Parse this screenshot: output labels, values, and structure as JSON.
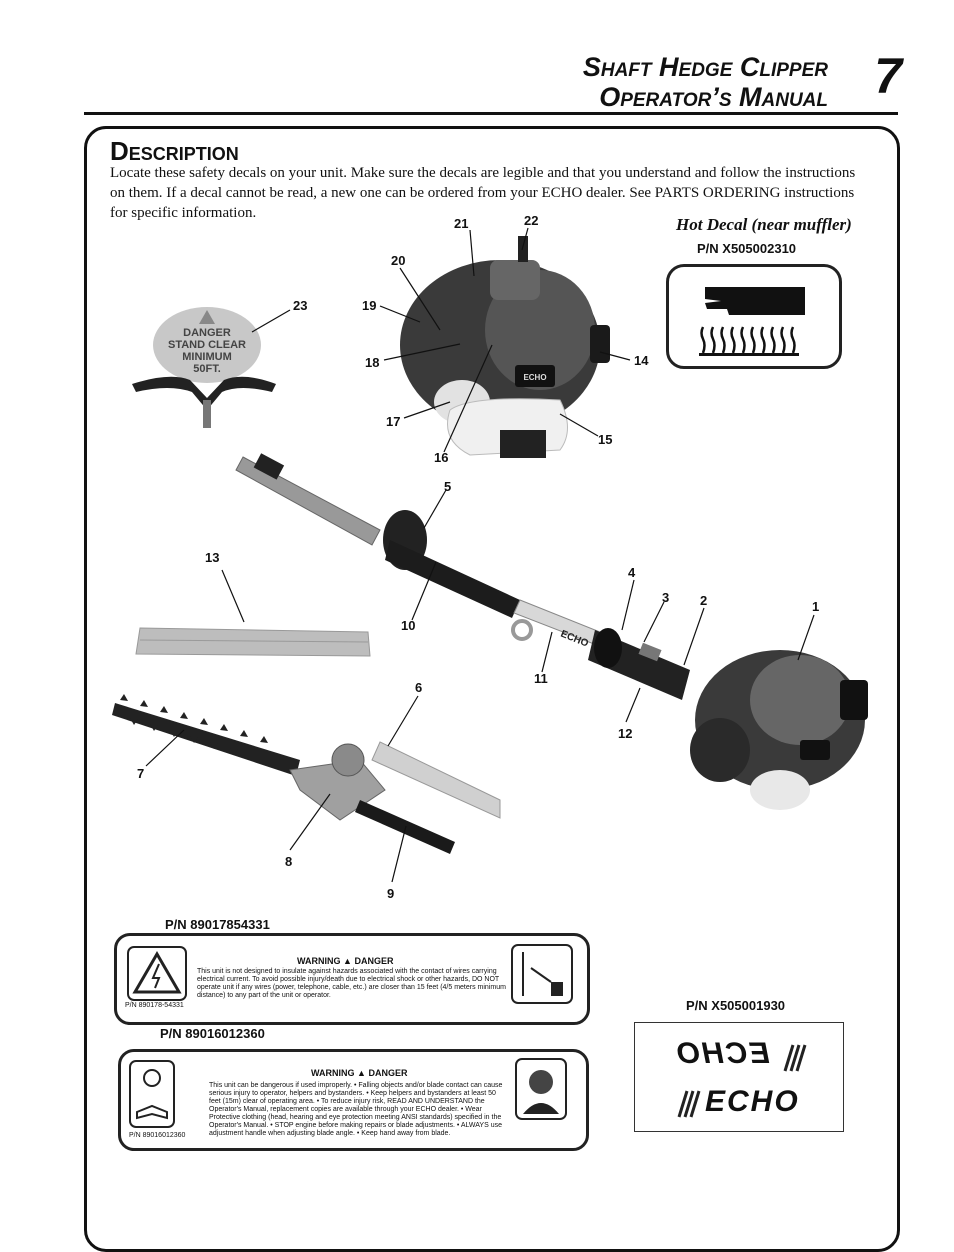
{
  "header": {
    "title_line1": "Shaft Hedge Clipper",
    "title_line2": "Operator’s Manual",
    "page_number": "7"
  },
  "section": {
    "title": "Description",
    "body": "Locate these safety decals on your unit.  Make sure the decals are legible and that you understand and follow the instructions on them.   If a decal cannot be read, a new one can be ordered from your ECHO dealer.  See PARTS ORDERING instructions for specific information."
  },
  "hot_decal": {
    "title": "Hot Decal (near muffler)",
    "part_number": "P/N X505002310"
  },
  "callouts": [
    "1",
    "2",
    "3",
    "4",
    "5",
    "6",
    "7",
    "8",
    "9",
    "10",
    "11",
    "12",
    "13",
    "14",
    "15",
    "16",
    "17",
    "18",
    "19",
    "20",
    "21",
    "22",
    "23"
  ],
  "stand_clear_decal": {
    "line1": "DANGER",
    "line2": "STAND CLEAR",
    "line3": "MINIMUM",
    "line4": "50FT."
  },
  "decal_1": {
    "part_number": "P/N 89017854331",
    "warning": "WARNING",
    "danger": "DANGER",
    "text": "This unit is not designed to insulate against hazards associated with the contact of wires carrying electrical current. To avoid possible injury/death due to electrical shock or other hazards, DO NOT operate unit if any wires (power, telephone, cable, etc.) are closer than 15 feet (4/5 meters minimum distance) to any part of the unit or operator.",
    "small_pn": "P/N 890178-54331"
  },
  "decal_2": {
    "part_number": "P/N 89016012360",
    "warning": "WARNING",
    "danger": "DANGER",
    "text": "This unit can be dangerous if used improperly. • Falling objects and/or blade contact can cause serious injury to operator, helpers and bystanders. • Keep helpers and bystanders at least 50 feet (15m) clear of operating area. • To reduce injury risk, READ AND UNDERSTAND the Operator's Manual, replacement copies are available through your ECHO dealer. • Wear Protective clothing (head, hearing and eye protection meeting ANSI standards) specified in the Operator's Manual. • STOP engine before making repairs or blade adjustments. • ALWAYS use adjustment handle when adjusting blade angle. • Keep hand away from blade.",
    "small_pn": "P/N 89016012360"
  },
  "echo_decal": {
    "part_number": "P/N X505001930",
    "brand": "ECHO"
  }
}
